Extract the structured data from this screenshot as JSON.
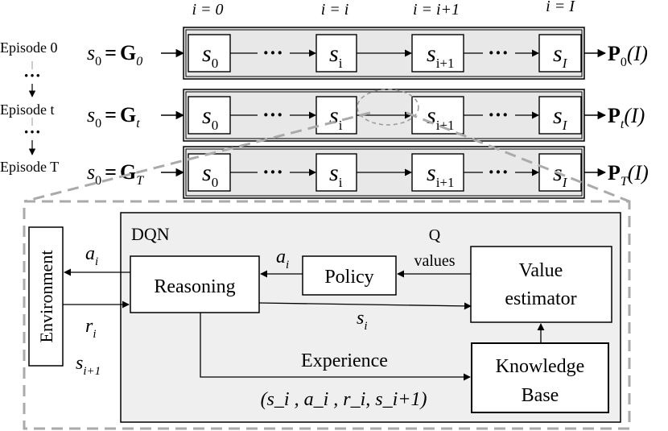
{
  "index_labels": [
    "i = 0",
    "i = i",
    "i = i+1",
    "i = I"
  ],
  "episodes": [
    {
      "label": "Episode 0",
      "init_lhs": "s",
      "init_lhs_sub": "0",
      "init_eq": "=",
      "init_rhs": "G",
      "init_rhs_sub": "0",
      "states": [
        {
          "b": "s",
          "s": "0"
        },
        {
          "b": "s",
          "s": "i"
        },
        {
          "b": "s",
          "s": "i+1"
        },
        {
          "b": "s",
          "s": "I"
        }
      ],
      "out": "P",
      "out_sub": "0",
      "out_arg": "(I)"
    },
    {
      "label": "Episode t",
      "init_lhs": "s",
      "init_lhs_sub": "0",
      "init_eq": "=",
      "init_rhs": "G",
      "init_rhs_sub": "t",
      "states": [
        {
          "b": "s",
          "s": "0"
        },
        {
          "b": "s",
          "s": "i"
        },
        {
          "b": "s",
          "s": "i+1"
        },
        {
          "b": "s",
          "s": "I"
        }
      ],
      "out": "P",
      "out_sub": "t",
      "out_arg": "(I)"
    },
    {
      "label": "Episode T",
      "init_lhs": "s",
      "init_lhs_sub": "0",
      "init_eq": "=",
      "init_rhs": "G",
      "init_rhs_sub": "T",
      "states": [
        {
          "b": "s",
          "s": "0"
        },
        {
          "b": "s",
          "s": "i"
        },
        {
          "b": "s",
          "s": "i+1"
        },
        {
          "b": "s",
          "s": "I"
        }
      ],
      "out": "P",
      "out_sub": "T",
      "out_arg": "(I)"
    }
  ],
  "ellipsis": "···",
  "vdots": "⋮",
  "dqn": {
    "title": "DQN",
    "environment": "Environment",
    "reasoning": "Reasoning",
    "policy": "Policy",
    "value_line1": "Value",
    "value_line2": "estimator",
    "kb_line1": "Knowledge",
    "kb_line2": "Base",
    "q_line1": "Q",
    "q_line2": "values",
    "experience": "Experience",
    "tuple": "(s_i , a_i , r_i, s_i+1)",
    "a_base": "a",
    "a_sub": "i",
    "r_base": "r",
    "r_sub": "i",
    "s_base": "s",
    "s_sub": "i",
    "snext_base": "s",
    "snext_sub": "i+1"
  }
}
